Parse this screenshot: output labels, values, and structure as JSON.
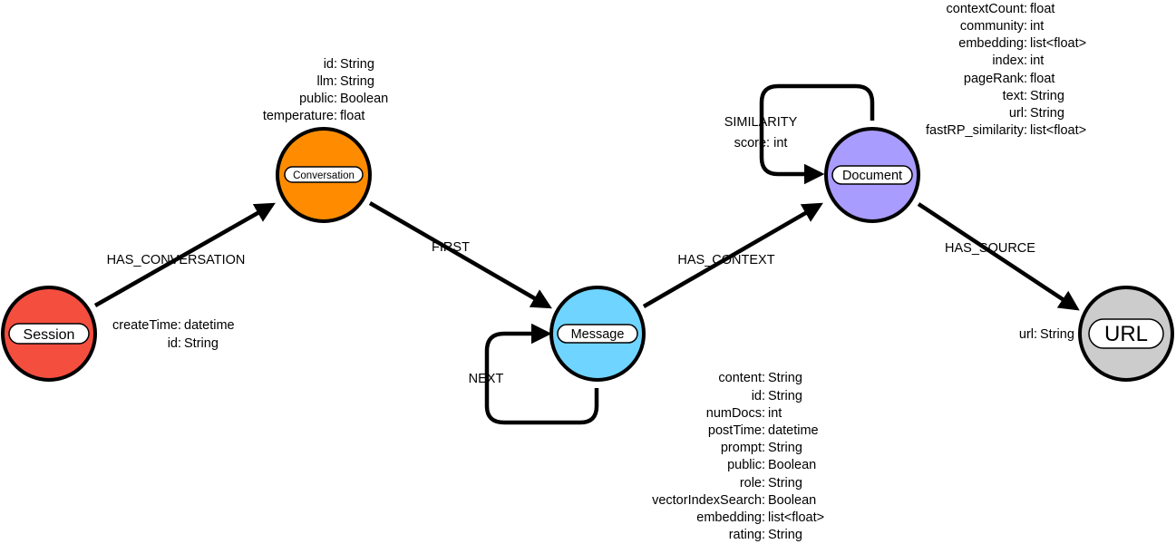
{
  "nodes": {
    "session": {
      "label": "Session",
      "color": "#F44E3F"
    },
    "conversation": {
      "label": "Conversation",
      "color": "#FF8C00"
    },
    "message": {
      "label": "Message",
      "color": "#6FD4FF"
    },
    "document": {
      "label": "Document",
      "color": "#A99CFF"
    },
    "url": {
      "label": "URL",
      "color": "#CCCCCC"
    }
  },
  "relationships": {
    "has_conversation": "HAS_CONVERSATION",
    "first": "FIRST",
    "has_context": "HAS_CONTEXT",
    "has_source": "HAS_SOURCE",
    "next": "NEXT",
    "similarity": {
      "label": "SIMILARITY",
      "properties": [
        {
          "name": "score",
          "type": "int"
        }
      ]
    }
  },
  "properties": {
    "session": [
      {
        "name": "createTime",
        "type": "datetime"
      },
      {
        "name": "id",
        "type": "String"
      }
    ],
    "conversation": [
      {
        "name": "id",
        "type": "String"
      },
      {
        "name": "llm",
        "type": "String"
      },
      {
        "name": "public",
        "type": "Boolean"
      },
      {
        "name": "temperature",
        "type": "float"
      }
    ],
    "document": [
      {
        "name": "contextCount",
        "type": "float"
      },
      {
        "name": "community",
        "type": "int"
      },
      {
        "name": "embedding",
        "type": "list<float>"
      },
      {
        "name": "index",
        "type": "int"
      },
      {
        "name": "pageRank",
        "type": "float"
      },
      {
        "name": "text",
        "type": "String"
      },
      {
        "name": "url",
        "type": "String"
      },
      {
        "name": "fastRP_similarity",
        "type": "list<float>"
      }
    ],
    "message": [
      {
        "name": "content",
        "type": "String"
      },
      {
        "name": "id",
        "type": "String"
      },
      {
        "name": "numDocs",
        "type": "int"
      },
      {
        "name": "postTime",
        "type": "datetime"
      },
      {
        "name": "prompt",
        "type": "String"
      },
      {
        "name": "public",
        "type": "Boolean"
      },
      {
        "name": "role",
        "type": "String"
      },
      {
        "name": "vectorIndexSearch",
        "type": "Boolean"
      },
      {
        "name": "embedding",
        "type": "list<float>"
      },
      {
        "name": "rating",
        "type": "String"
      }
    ],
    "url": [
      {
        "name": "url",
        "type": "String"
      }
    ]
  }
}
